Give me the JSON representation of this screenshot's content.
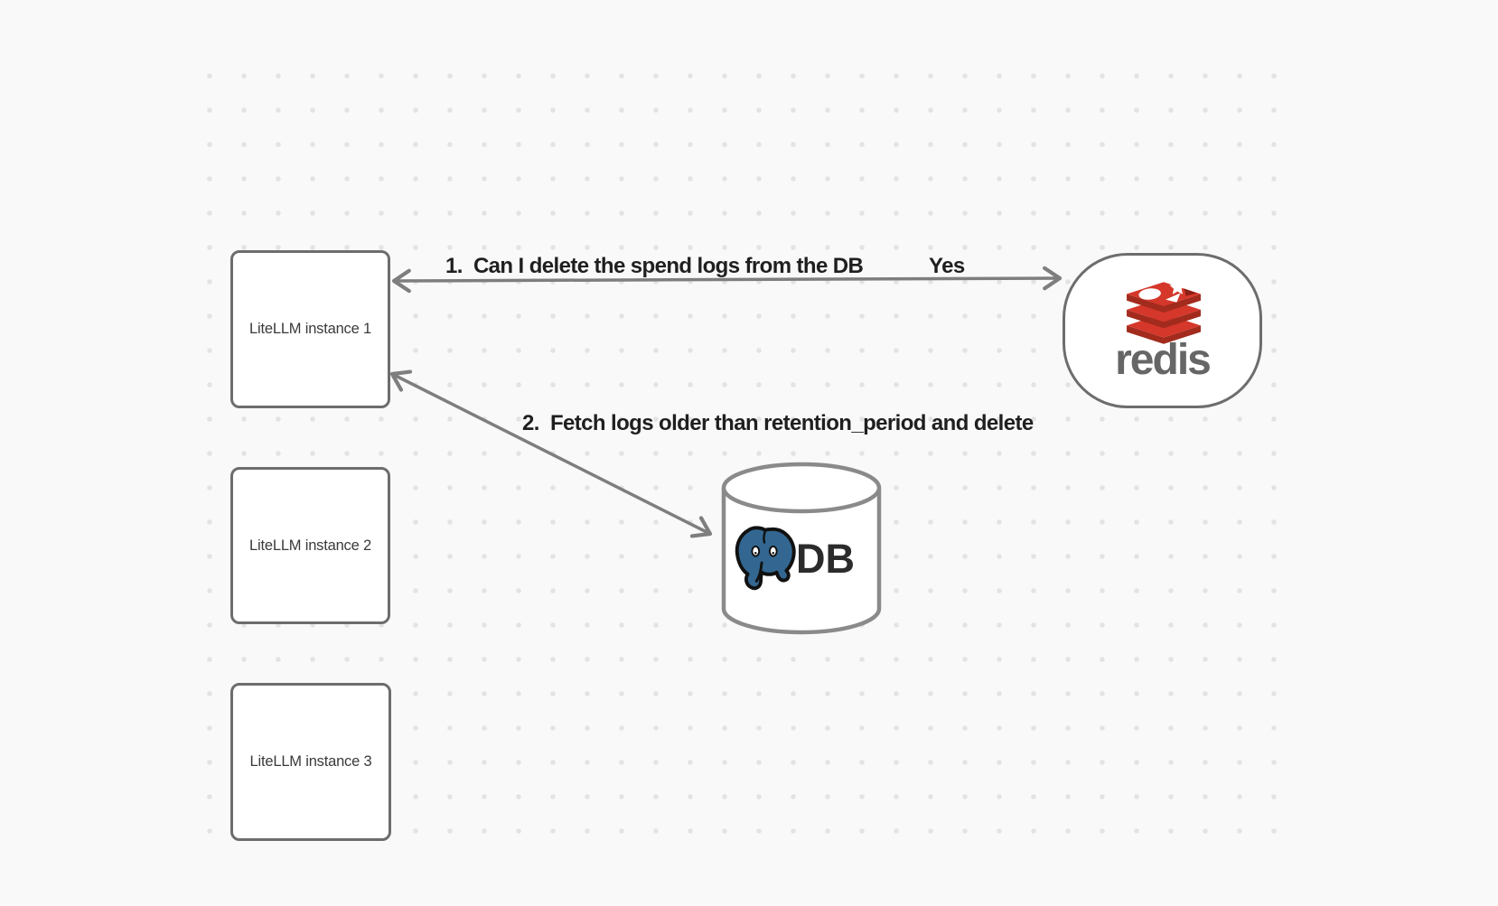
{
  "canvas": {
    "background": "#f9f9f9",
    "dot_color": "#e3e3e3"
  },
  "colors": {
    "node_border": "#6d6d6d",
    "arrow": "#7e7e7e",
    "label_text": "#1f1f1f",
    "node_text": "#3a3a3a",
    "redis_red": "#d5372a",
    "redis_dark_red": "#a22b1d",
    "redis_wordmark_gray": "#666666",
    "postgres_blue": "#336791"
  },
  "nodes": {
    "instance1": {
      "label": "LiteLLM instance 1"
    },
    "instance2": {
      "label": "LiteLLM instance 2"
    },
    "instance3": {
      "label": "LiteLLM instance 3"
    },
    "redis": {
      "wordmark": "redis"
    },
    "db": {
      "label": "DB"
    }
  },
  "edges": {
    "redis_query": {
      "label": "1.  Can I delete the spend logs from the DB",
      "response": "Yes"
    },
    "db_fetch": {
      "label": "2.  Fetch logs older than retention_period and delete"
    }
  },
  "icons": {
    "redis_logo": "redis-stack-icon",
    "postgres_logo": "postgresql-elephant-icon",
    "db_shape": "database-cylinder-icon"
  }
}
